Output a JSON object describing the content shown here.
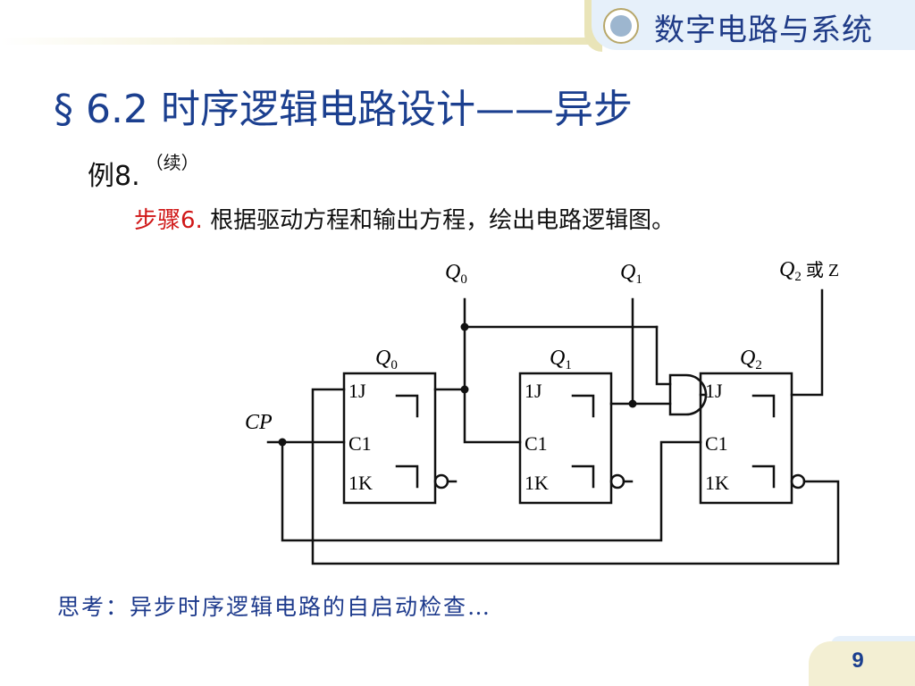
{
  "header": {
    "course_title": "数字电路与系统",
    "logo_icon": "university-seal-icon"
  },
  "slide": {
    "title": "§ 6.2 时序逻辑电路设计——异步",
    "example_label": "例8.",
    "example_cont": "（续）",
    "step_label": "步骤6.",
    "step_text": "根据驱动方程和输出方程，绘出电路逻辑图。",
    "think_text": "思考：异步时序逻辑电路的自启动检查…"
  },
  "circuit": {
    "outputs": [
      {
        "name": "Q",
        "sub": "0",
        "suffix": ""
      },
      {
        "name": "Q",
        "sub": "1",
        "suffix": ""
      },
      {
        "name": "Q",
        "sub": "2",
        "suffix": " 或 Z"
      }
    ],
    "clock_label": "CP",
    "flipflops": [
      {
        "label": "Q",
        "sub": "0",
        "j": "1J",
        "c": "C1",
        "k": "1K"
      },
      {
        "label": "Q",
        "sub": "1",
        "j": "1J",
        "c": "C1",
        "k": "1K"
      },
      {
        "label": "Q",
        "sub": "2",
        "j": "1J",
        "c": "C1",
        "k": "1K"
      }
    ]
  },
  "footer": {
    "page_number": "9"
  },
  "colors": {
    "title_blue": "#1b3f8f",
    "step_red": "#d01818",
    "line": "#111111"
  }
}
